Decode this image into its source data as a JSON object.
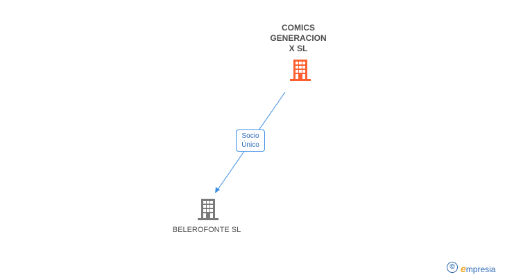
{
  "nodes": {
    "parent": {
      "name_lines": [
        "COMICS",
        "GENERACION",
        "X SL"
      ],
      "icon": "building-icon",
      "icon_color": "#ff5f2e"
    },
    "child": {
      "name": "BELEROFONTE SL",
      "icon": "building-icon",
      "icon_color": "#7a7a7a"
    }
  },
  "edge": {
    "label_lines": [
      "Socio",
      "Único"
    ],
    "color": "#3f8ee6"
  },
  "footer": {
    "copyright_symbol": "©",
    "brand_first": "e",
    "brand_rest": "mpresia"
  }
}
